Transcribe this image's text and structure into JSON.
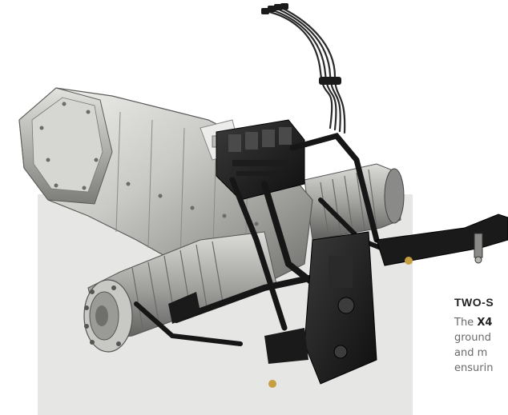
{
  "section": {
    "heading": "TWO-S",
    "body": {
      "prefix": "The ",
      "brand": "X4",
      "lines": [
        "ground",
        "and    m",
        "ensurin"
      ]
    }
  },
  "colors": {
    "backdrop": "#e6e6e4",
    "heading": "#222222",
    "body": "#6a6a6a"
  }
}
